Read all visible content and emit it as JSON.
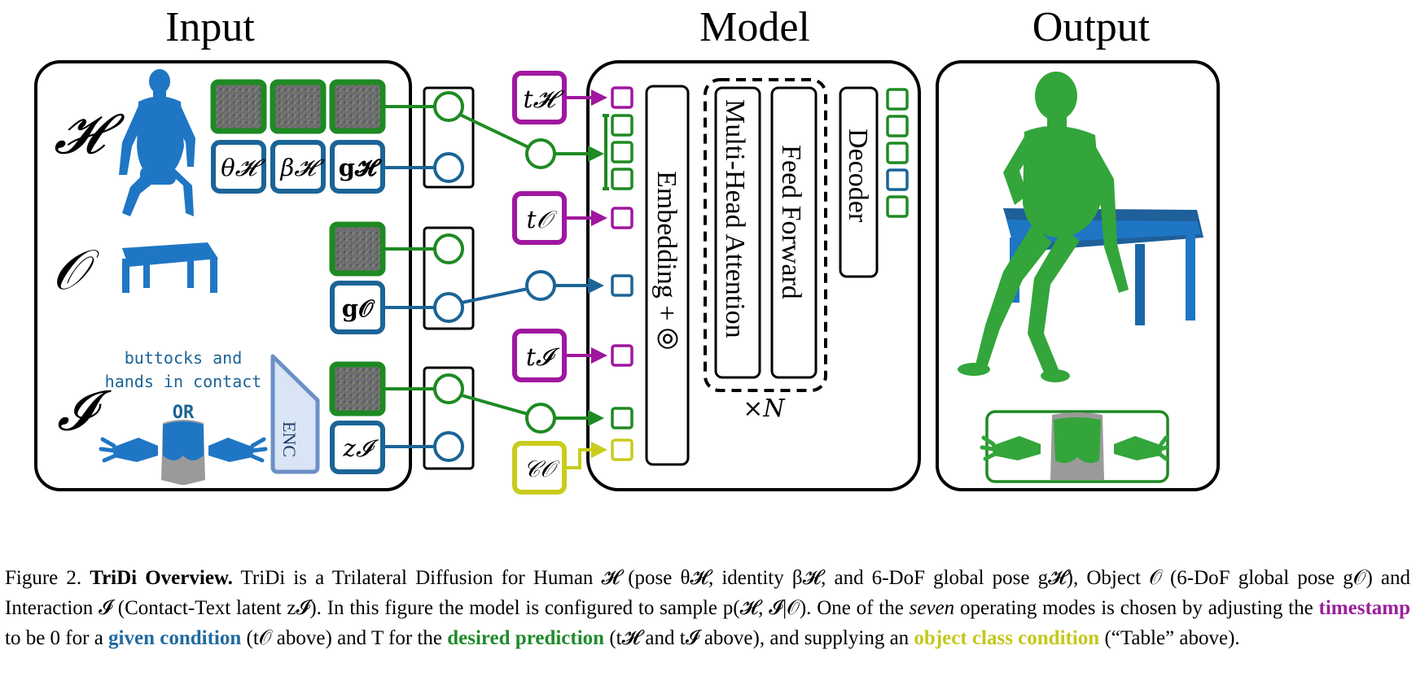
{
  "headings": {
    "input": "Input",
    "model": "Model",
    "output": "Output"
  },
  "input_panel": {
    "rows": {
      "human": "𝓗",
      "object": "𝒪",
      "interaction": "𝓘"
    },
    "human_params": {
      "pose": "θ𝓗",
      "identity": "β𝓗",
      "global": "g𝓗"
    },
    "object_params": {
      "global": "g𝒪"
    },
    "interaction_params": {
      "latent": "z𝓘"
    },
    "contact_text_line1": "buttocks and",
    "contact_text_line2": "hands in contact",
    "or_label": "OR",
    "encoder_label": "ENC"
  },
  "timesteps": {
    "human": "t𝓗",
    "object": "t𝒪",
    "interaction": "t𝓘",
    "class_condition": "𝒞𝒪"
  },
  "model_panel": {
    "embedding_label": "Embedding + ⦾",
    "attention_label": "Multi-Head Attention",
    "feedforward_label": "Feed Forward",
    "repeat_label": "×N",
    "decoder_label": "Decoder"
  },
  "colors": {
    "green": "#1e8a23",
    "blue": "#1b6496",
    "purple": "#a0179f",
    "yellow": "#c8cc1c",
    "human_mesh": "#1f76c4",
    "output_mesh": "#33a53a"
  },
  "caption": {
    "figure_label": "Figure 2.",
    "title": "TriDi Overview.",
    "text1": "TriDi is a Trilateral Diffusion for Human 𝓗 (pose θ𝓗, identity β𝓗, and 6-DoF global pose g𝓗), Object 𝒪 (6-DoF global pose g𝒪) and Interaction 𝓘 (Contact-Text latent z𝓘). In this figure the model is configured to sample p(𝓗, 𝓘|𝒪). One of the",
    "seven": "seven",
    "text2": "operating modes is chosen by adjusting the",
    "timestamp": "timestamp",
    "text3": "to be 0 for a",
    "given_condition": "given condition",
    "text4": "(t𝒪 above) and T for the",
    "desired_prediction": "desired prediction",
    "text5": "(t𝓗 and t𝓘 above), and supplying an",
    "object_class_condition": "object class condition",
    "text6": "(“Table” above)."
  }
}
